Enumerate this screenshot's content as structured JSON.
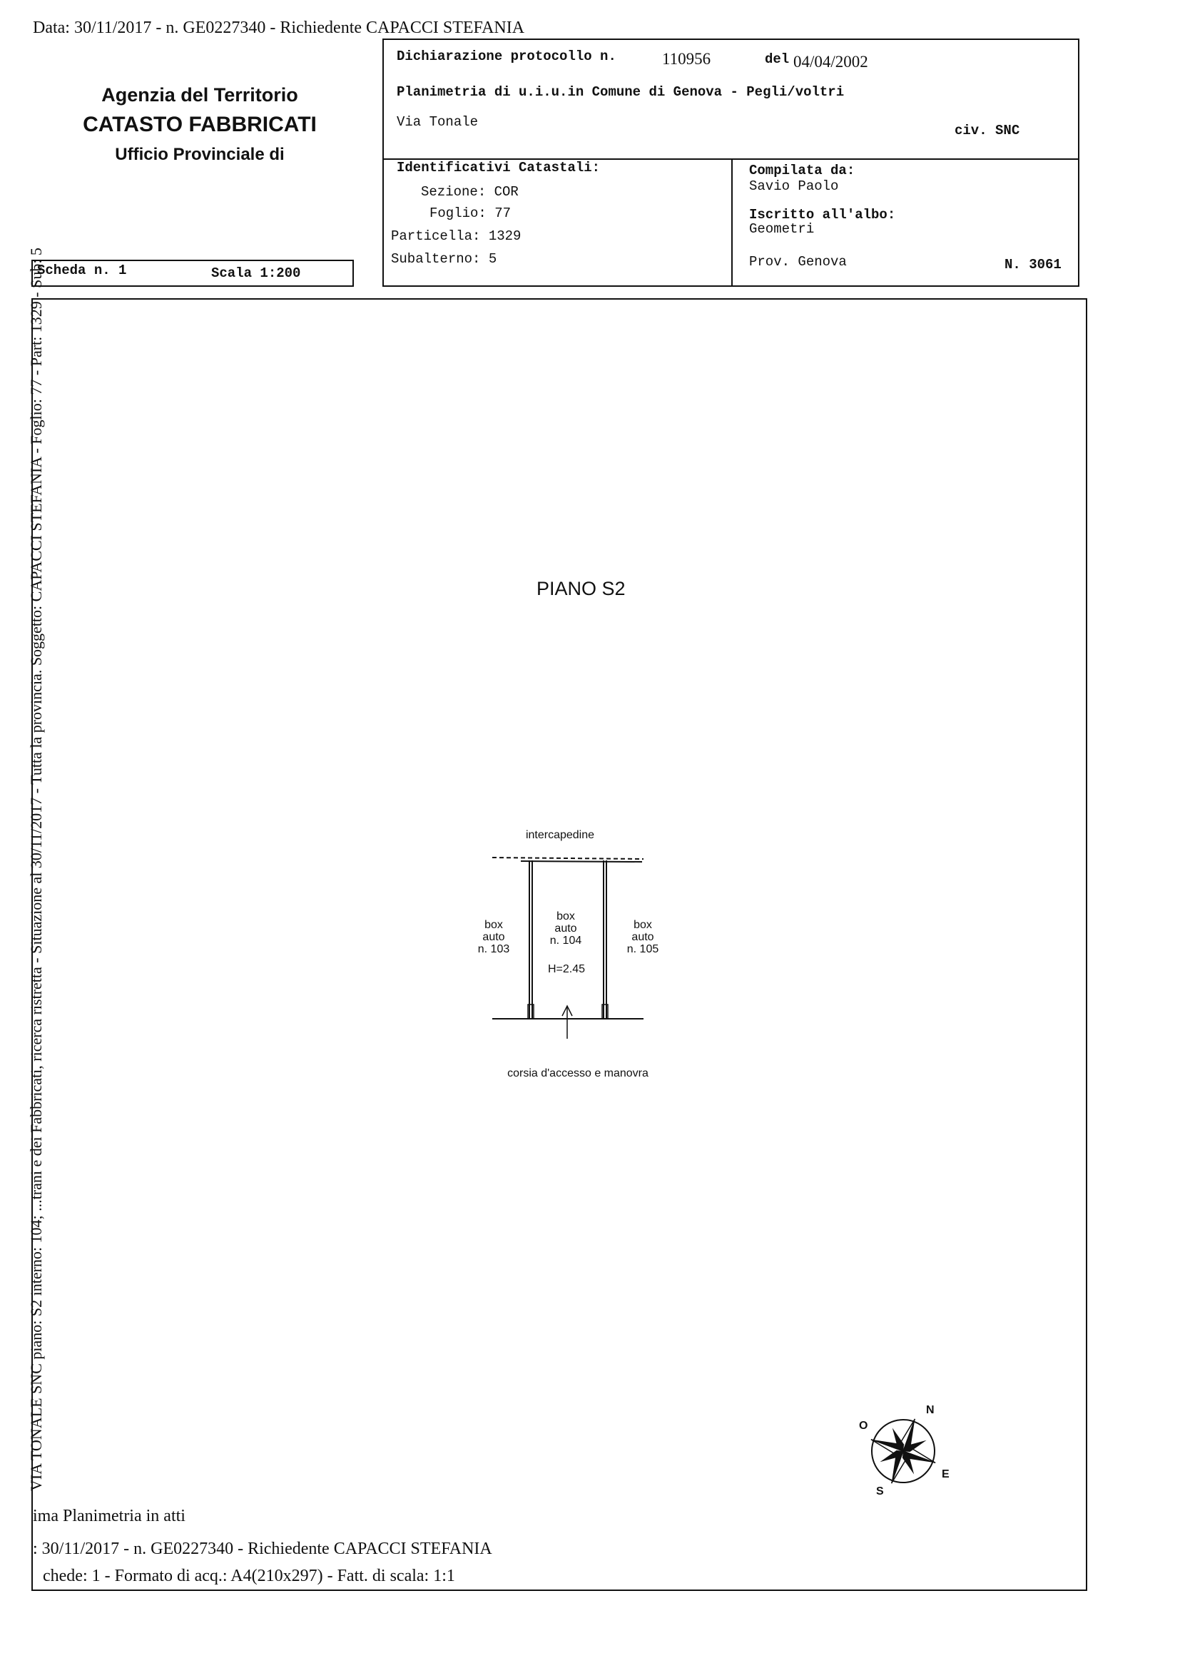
{
  "header": {
    "top_line": "Data: 30/11/2017 -  n. GE0227340 - Richiedente CAPACCI STEFANIA",
    "agency_name": "Agenzia del Territorio",
    "agency_cadastre": "CATASTO FABBRICATI",
    "agency_office": "Ufficio Provinciale di"
  },
  "declaration": {
    "protocol_label": "Dichiarazione protocollo n.",
    "protocol_number": "110956",
    "date_label": "del",
    "date": "04/04/2002",
    "plan_line": "Planimetria di u.i.u.in Comune di Genova - Pegli/voltri",
    "street": "Via Tonale",
    "civic": "civ. SNC"
  },
  "identifiers": {
    "title": "Identificativi Catastali:",
    "sezione": "Sezione: COR",
    "foglio": "Foglio: 77",
    "particella": "Particella: 1329",
    "subalterno": "Subalterno: 5"
  },
  "compiler": {
    "compiled_by_label": "Compilata da:",
    "compiled_by": "Savio Paolo",
    "register_label": "Iscritto all'albo:",
    "register": "Geometri",
    "province": "Prov. Genova",
    "number": "N.  3061"
  },
  "scheda": {
    "label": "Scheda n. 1",
    "scale": "Scala 1:200"
  },
  "side_text": "VIA TONALE SNC piano: S2 interno: 104; ...trani e dei Fabbricati, ricerca ristretta - Situazione al 30/11/2017 - Tutta la provincia. Soggetto: CAPACCI STEFANIA - Foglio: 77 - Part: 1329 - Sub: 5",
  "plan": {
    "floor_title": "PIANO S2",
    "top_label": "intercapedine",
    "left_box": [
      "box",
      "auto",
      "n. 103"
    ],
    "center_box": [
      "box",
      "auto",
      "n. 104"
    ],
    "center_height": "H=2.45",
    "right_box": [
      "box",
      "auto",
      "n. 105"
    ],
    "bottom_label": "corsia d'accesso e manovra"
  },
  "compass": {
    "n": "N",
    "o": "O",
    "e": "E",
    "s": "S"
  },
  "footer": {
    "line1": "ima Planimetria in atti",
    "line2": ": 30/11/2017 -  n. GE0227340 - Richiedente CAPACCI STEFANIA",
    "line3": "chede: 1 - Formato di acq.: A4(210x297) - Fatt. di scala: 1:1"
  }
}
